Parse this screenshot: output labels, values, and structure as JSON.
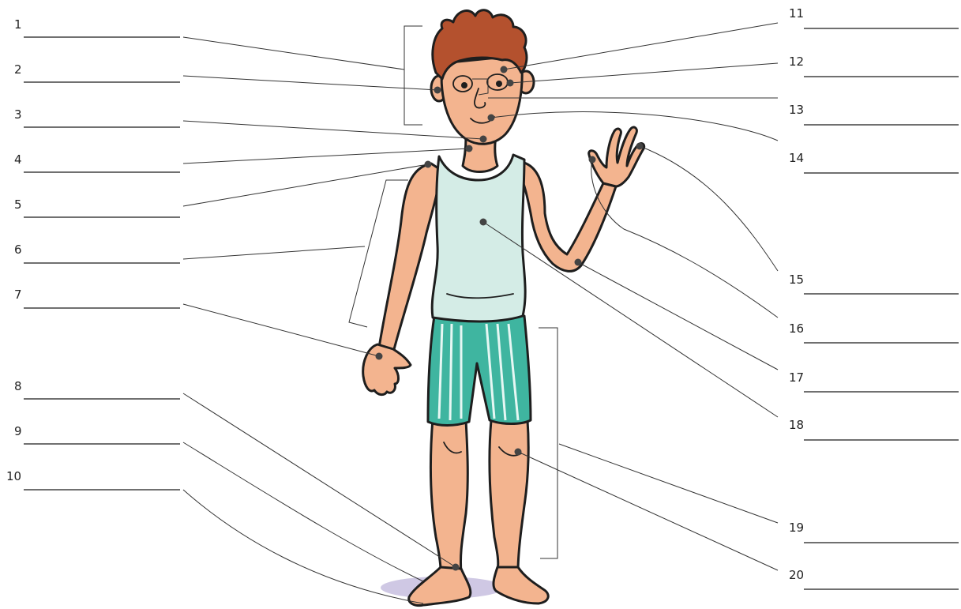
{
  "labels_left": [
    "1",
    "2",
    "3",
    "4",
    "5",
    "6",
    "7",
    "8",
    "9",
    "10"
  ],
  "labels_right": [
    "11",
    "12",
    "13",
    "14",
    "15",
    "16",
    "17",
    "18",
    "19",
    "20"
  ],
  "colors": {
    "skin": "#f3b48f",
    "skin_shadow": "#d98d6b",
    "hair": "#b4512e",
    "shirt": "#d4ece6",
    "shorts": "#3fb5a0",
    "shorts_stripe": "#e6f7f3",
    "shadow": "#cfc8e4"
  }
}
